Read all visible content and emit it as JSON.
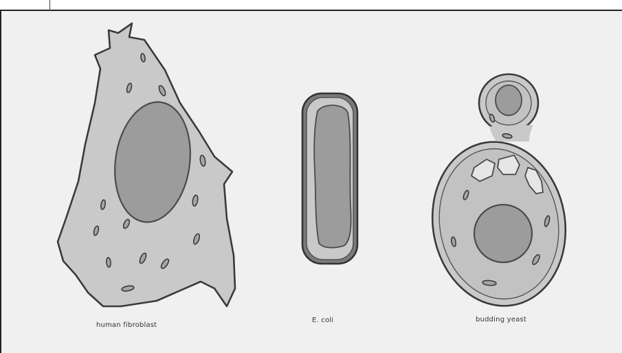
{
  "labels": {
    "fibroblast": "human fibroblast",
    "ecoli": "E. coli",
    "yeast": "budding yeast"
  },
  "colors": {
    "background": "#f0f0f0",
    "cell_fill": "#c9c9c9",
    "nucleus_fill": "#9c9c9c",
    "outline": "#3a3a3a",
    "vacuole_fill": "#e6e6e6"
  }
}
